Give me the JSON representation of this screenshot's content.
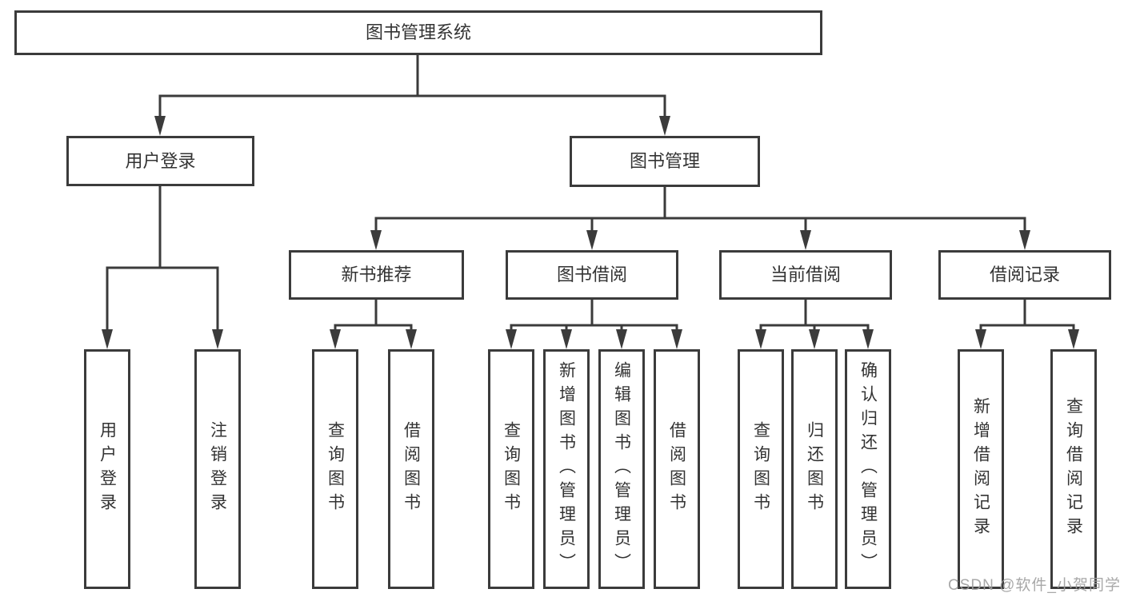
{
  "tree": {
    "label": "图书管理系统",
    "children": [
      {
        "label": "用户登录",
        "children": [
          {
            "label": "用户登录"
          },
          {
            "label": "注销登录"
          }
        ]
      },
      {
        "label": "图书管理",
        "children": [
          {
            "label": "新书推荐",
            "children": [
              {
                "label": "查询图书"
              },
              {
                "label": "借阅图书"
              }
            ]
          },
          {
            "label": "图书借阅",
            "children": [
              {
                "label": "查询图书"
              },
              {
                "label": "新增图书（管理员）"
              },
              {
                "label": "编辑图书（管理员）"
              },
              {
                "label": "借阅图书"
              }
            ]
          },
          {
            "label": "当前借阅",
            "children": [
              {
                "label": "查询图书"
              },
              {
                "label": "归还图书"
              },
              {
                "label": "确认归还（管理员）"
              }
            ]
          },
          {
            "label": "借阅记录",
            "children": [
              {
                "label": "新增借阅记录"
              },
              {
                "label": "查询借阅记录"
              }
            ]
          }
        ]
      }
    ]
  },
  "watermark": "CSDN @软件_小贺同学",
  "colors": {
    "line": "#3b3b3b",
    "box_border": "#3b3b3b",
    "box_background": "#ffffff",
    "text": "#333333",
    "watermark_text": "#9e9e9e",
    "page_background": "#ffffff"
  }
}
